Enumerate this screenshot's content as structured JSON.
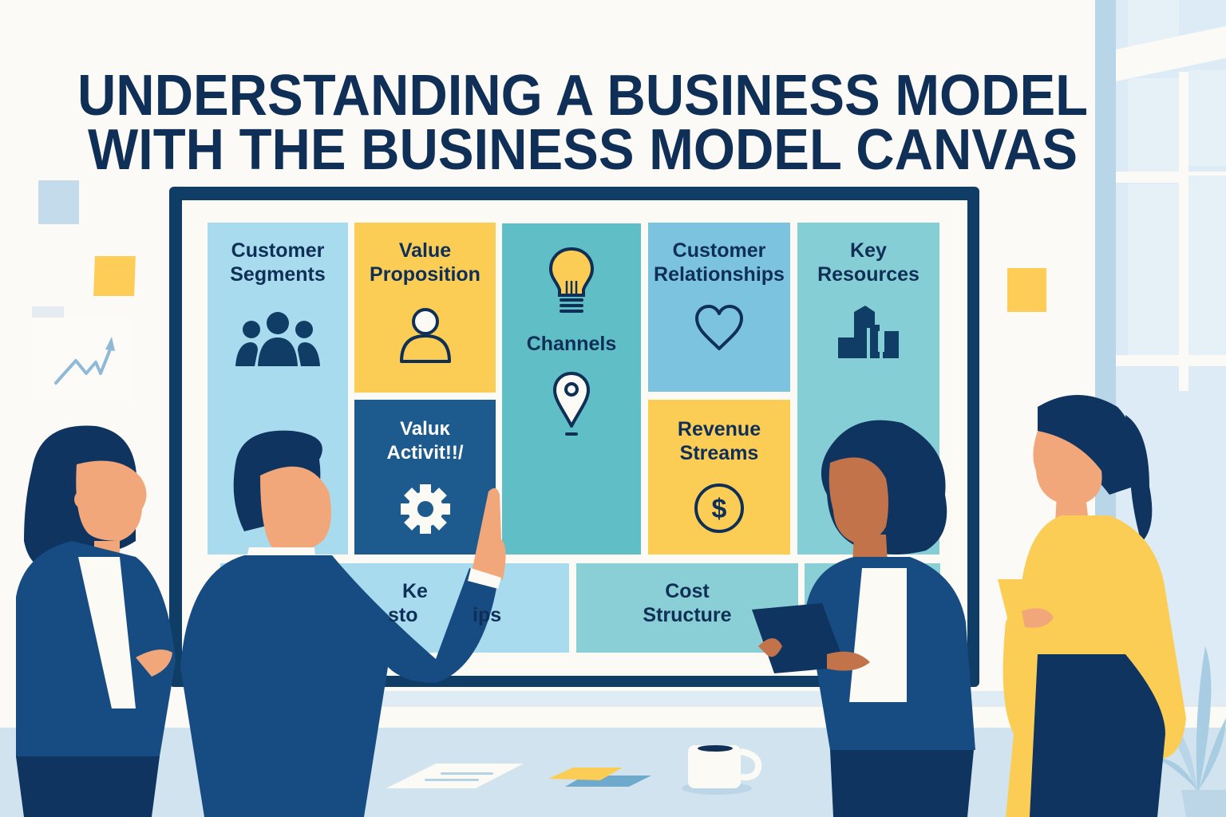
{
  "title": {
    "line1": "UNDERSTANDING A BUSINESS MODEL",
    "line2": "WITH THE BUSINESS MODEL CANVAS"
  },
  "canvas": {
    "tiles": [
      {
        "id": "customer-segments",
        "line1": "Customer",
        "line2": "Segments",
        "icon": "people-group-icon",
        "color": "#a9dbee"
      },
      {
        "id": "value-proposition",
        "line1": "Value",
        "line2": "Proposition",
        "icon": "person-icon",
        "color": "#fbcd55"
      },
      {
        "id": "channels",
        "line1": "Channels",
        "icon_top": "lightbulb-icon",
        "icon_bottom": "map-pin-icon",
        "color": "#5fbec6"
      },
      {
        "id": "customer-relationships",
        "line1": "Customer",
        "line2": "Relationships",
        "icon": "heart-icon",
        "color": "#7cc3e0"
      },
      {
        "id": "key-resources",
        "line1": "Key",
        "line2": "Resources",
        "icon": "building-blocks-icon",
        "color": "#86ced6"
      },
      {
        "id": "key-activities",
        "line1": "Valuĸ",
        "line2": "Activit!!/",
        "icon": "gear-icon",
        "color": "#1d5a8e"
      },
      {
        "id": "revenue-streams",
        "line1": "Revenue",
        "line2": "Streams",
        "icon": "dollar-coin-icon",
        "color": "#fbcd55"
      },
      {
        "id": "key-partnerships",
        "line1": "Ke",
        "line2a": "sto",
        "line2b": "ips",
        "color": "#a9dbee"
      },
      {
        "id": "cost-structure",
        "line1": "Cost",
        "line2": "Structure",
        "color": "#8acfd6"
      }
    ]
  },
  "colors": {
    "navy": "#0f2f57",
    "board": "#0f3d66",
    "yellow": "#fbcd55",
    "skin_light": "#f1a77a",
    "skin_dark": "#c2734a",
    "jacket": "#174c82",
    "background": "#fbfaf6"
  },
  "decor": {
    "trend_chart": "trend-up-arrow-icon",
    "desk_items": [
      "paper-note",
      "sticky-notes",
      "coffee-mug"
    ]
  }
}
